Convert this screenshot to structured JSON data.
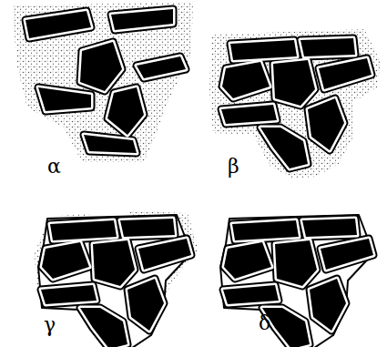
{
  "diagram": {
    "labels": [
      "α",
      "β",
      "γ",
      "δ"
    ]
  }
}
